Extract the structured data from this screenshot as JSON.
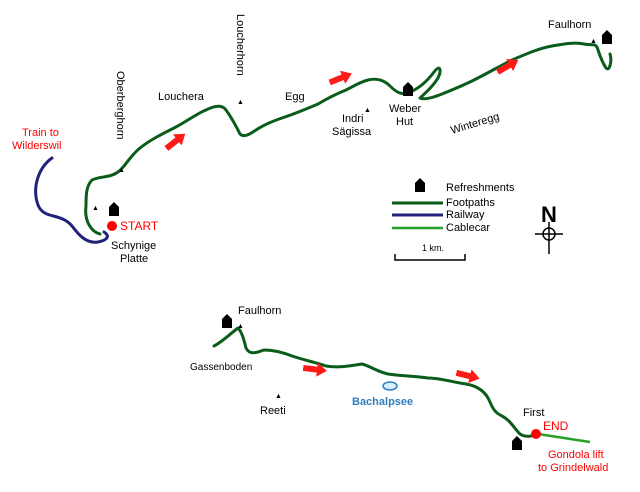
{
  "colors": {
    "footpath": "#0a5c1a",
    "railway": "#22227a",
    "cablecar": "#28a028",
    "route_marker": "#ff0000",
    "lake": "#2f7fc0"
  },
  "top_map": {
    "start_label": "START",
    "train_label_line1": "Train to",
    "train_label_line2": "Wilderswil",
    "station_line1": "Schynige",
    "station_line2": "Platte",
    "peaks": {
      "oberberghorn": "Oberberghorn",
      "loucherhorn": "Loucherhorn",
      "louchera": "Louchera",
      "egg": "Egg",
      "indri_line1": "Indri",
      "indri_line2": "Sägissa",
      "faulhorn": "Faulhorn"
    },
    "hut_line1": "Weber",
    "hut_line2": "Hut",
    "winteregg": "Winteregg"
  },
  "legend": {
    "refreshments": "Refreshments",
    "footpaths": "Footpaths",
    "railway": "Railway",
    "cablecar": "Cablecar",
    "scale": "1 km.",
    "north": "N"
  },
  "bottom_map": {
    "faulhorn": "Faulhorn",
    "gassenboden": "Gassenboden",
    "reeti": "Reeti",
    "bachalpsee": "Bachalpsee",
    "first": "First",
    "end_label": "END",
    "gondola_line1": "Gondola lift",
    "gondola_line2": "to Grindelwald"
  }
}
